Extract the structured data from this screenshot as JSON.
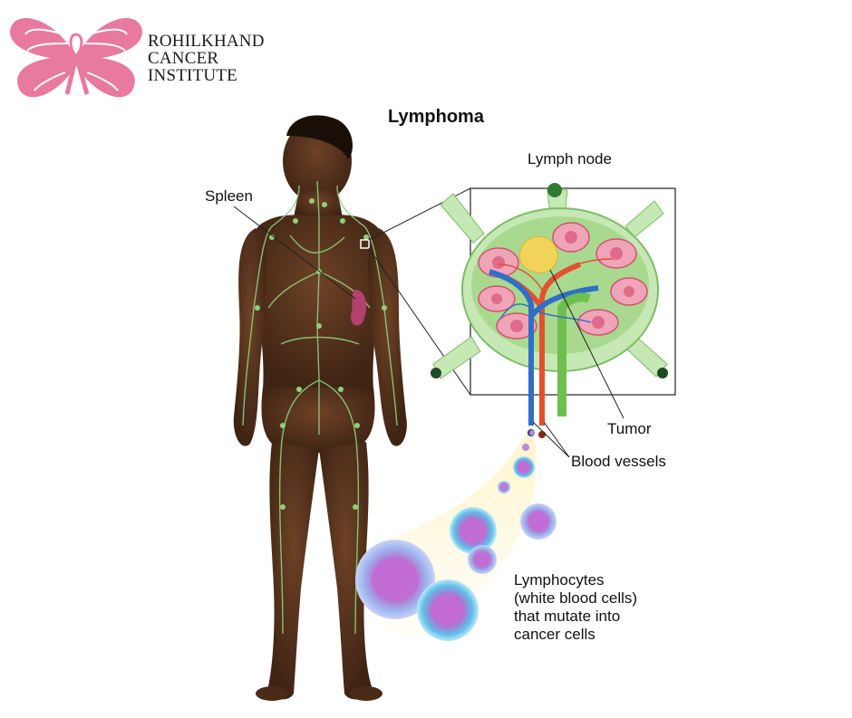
{
  "logo": {
    "line1": "ROHILKHAND",
    "line2": "CANCER",
    "line3": "INSTITUTE",
    "color": "#e8799f"
  },
  "diagram": {
    "title": "Lymphoma",
    "labels": {
      "spleen": "Spleen",
      "lymph_node": "Lymph node",
      "tumor": "Tumor",
      "blood_vessels": "Blood vessels"
    },
    "lymphocytes_caption": [
      "Lymphocytes",
      "(white blood cells)",
      "that mutate into",
      "cancer cells"
    ],
    "colors": {
      "skin": "#5a341e",
      "lymph": "#8fcf7a",
      "artery": "#e4502f",
      "vein": "#2f6fc8",
      "tumor": "#f2d35a",
      "spleen": "#b2416d",
      "cell": "#b58ad8"
    }
  }
}
